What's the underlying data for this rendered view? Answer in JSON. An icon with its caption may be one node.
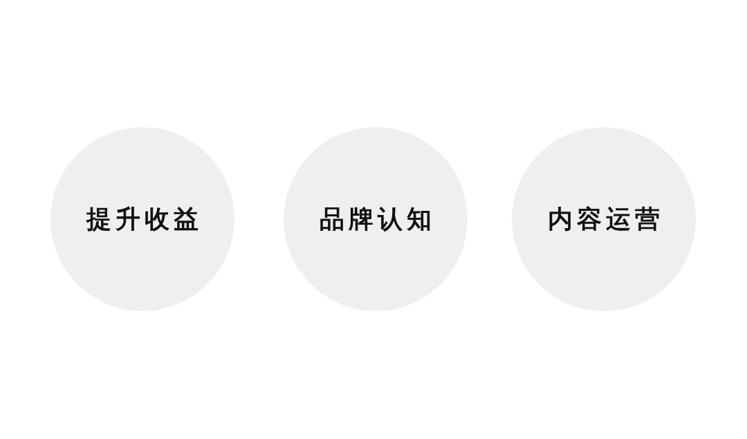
{
  "diagram": {
    "nodes": [
      {
        "text": [
          "提升收益"
        ]
      },
      {
        "text": [
          "品牌认知"
        ]
      },
      {
        "text": [
          "内容运营"
        ]
      }
    ]
  }
}
